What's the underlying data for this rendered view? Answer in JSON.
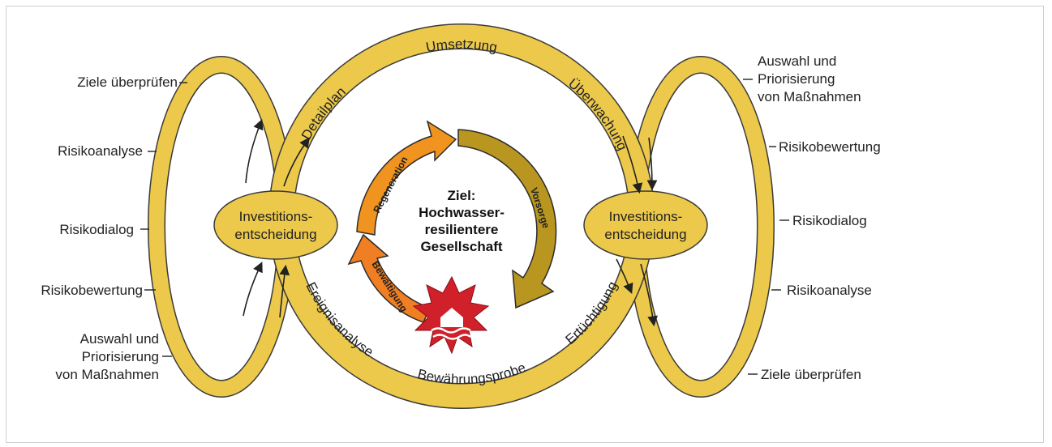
{
  "colors": {
    "ring_fill": "#ecc94b",
    "ring_stroke": "#3a3a3a",
    "arrow_orange": "#f08b1e",
    "arrow_gold": "#d9a92a",
    "arrow_olive": "#8a8a2a",
    "burst_red": "#d0202a"
  },
  "central_cycle": {
    "top": [
      "Detailplan",
      "Umsetzung",
      "Überwachung"
    ],
    "bottom": [
      "Ereignisanalyse",
      "Bewährungsprobe",
      "Ertüchtigung"
    ]
  },
  "decision_left": {
    "line1": "Investitions-",
    "line2": "entscheidung"
  },
  "decision_right": {
    "line1": "Investitions-",
    "line2": "entscheidung"
  },
  "goal": {
    "line1": "Ziel:",
    "line2": "Hochwasser-",
    "line3": "resilientere",
    "line4": "Gesellschaft"
  },
  "inner_arrows": {
    "regeneration": "Regeneration",
    "vorsorge": "Vorsorge",
    "bewaeltigung": "Bewältigung"
  },
  "left_loop_labels": [
    "Ziele überprüfen",
    "Risikoanalyse",
    "Risikodialog",
    "Risikobewertung",
    [
      "Auswahl und",
      "Priorisierung",
      "von Maßnahmen"
    ]
  ],
  "right_loop_labels": [
    [
      "Auswahl und",
      "Priorisierung",
      "von Maßnahmen"
    ],
    "Risikobewertung",
    "Risikodialog",
    "Risikoanalyse",
    "Ziele überprüfen"
  ],
  "icons": [
    "flood-house-icon"
  ]
}
